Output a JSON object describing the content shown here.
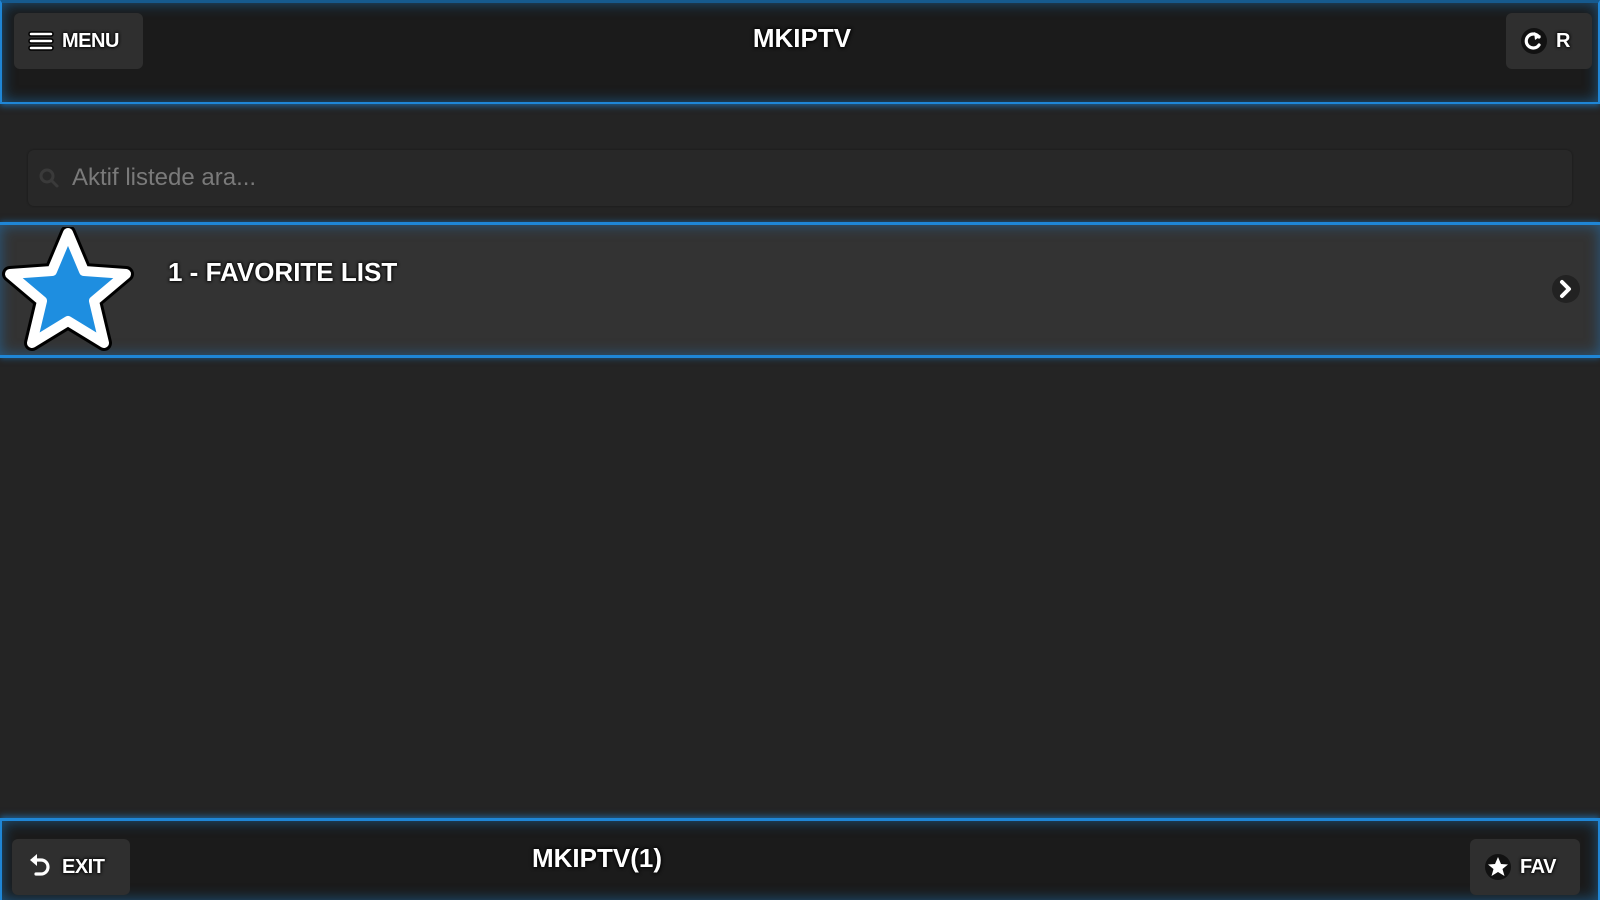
{
  "header": {
    "menu_label": "MENU",
    "menu_icon": "hamburger-icon",
    "title": "MKIPTV",
    "refresh_label": "R",
    "refresh_icon": "refresh-icon"
  },
  "search": {
    "placeholder": "Aktif listede ara...",
    "value": "",
    "icon": "search-icon"
  },
  "list": {
    "items": [
      {
        "label": "1 - FAVORITE LIST",
        "icon": "star-icon",
        "icon_color": "#1e8ee0",
        "chevron": "chevron-right-icon"
      }
    ]
  },
  "footer": {
    "exit_label": "EXIT",
    "exit_icon": "undo-icon",
    "title": "MKIPTV(1)",
    "fav_label": "FAV",
    "fav_icon": "star-icon"
  },
  "colors": {
    "accent": "#1f86d6",
    "background": "#242424",
    "bar": "#1b1b1b",
    "list_item": "#333333",
    "button": "#2f2f2f"
  }
}
